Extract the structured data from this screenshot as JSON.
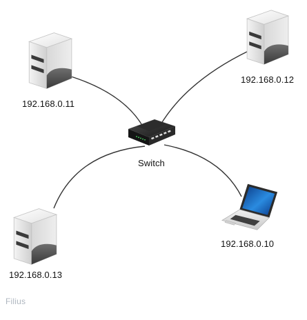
{
  "network": {
    "nodes": [
      {
        "id": "server-1",
        "type": "server",
        "label": "192.168.0.11"
      },
      {
        "id": "server-2",
        "type": "server",
        "label": "192.168.0.12"
      },
      {
        "id": "switch",
        "type": "switch",
        "label": "Switch"
      },
      {
        "id": "laptop",
        "type": "laptop",
        "label": "192.168.0.10"
      },
      {
        "id": "server-3",
        "type": "server",
        "label": "192.168.0.13"
      }
    ],
    "links": [
      [
        "server-1",
        "switch"
      ],
      [
        "server-2",
        "switch"
      ],
      [
        "server-3",
        "switch"
      ],
      [
        "laptop",
        "switch"
      ]
    ]
  },
  "watermark": "Filius"
}
